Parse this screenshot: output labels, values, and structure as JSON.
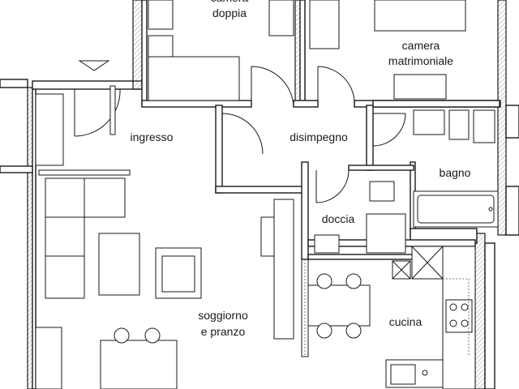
{
  "rooms": {
    "camera_doppia": [
      "camera",
      "doppia"
    ],
    "camera_matrimoniale": [
      "camera",
      "matrimoniale"
    ],
    "ingresso": "ingresso",
    "disimpegno": "disimpegno",
    "bagno": "bagno",
    "doccia": "doccia",
    "soggiorno_e_pranzo": [
      "soggiorno",
      "e pranzo"
    ],
    "cucina": "cucina"
  }
}
